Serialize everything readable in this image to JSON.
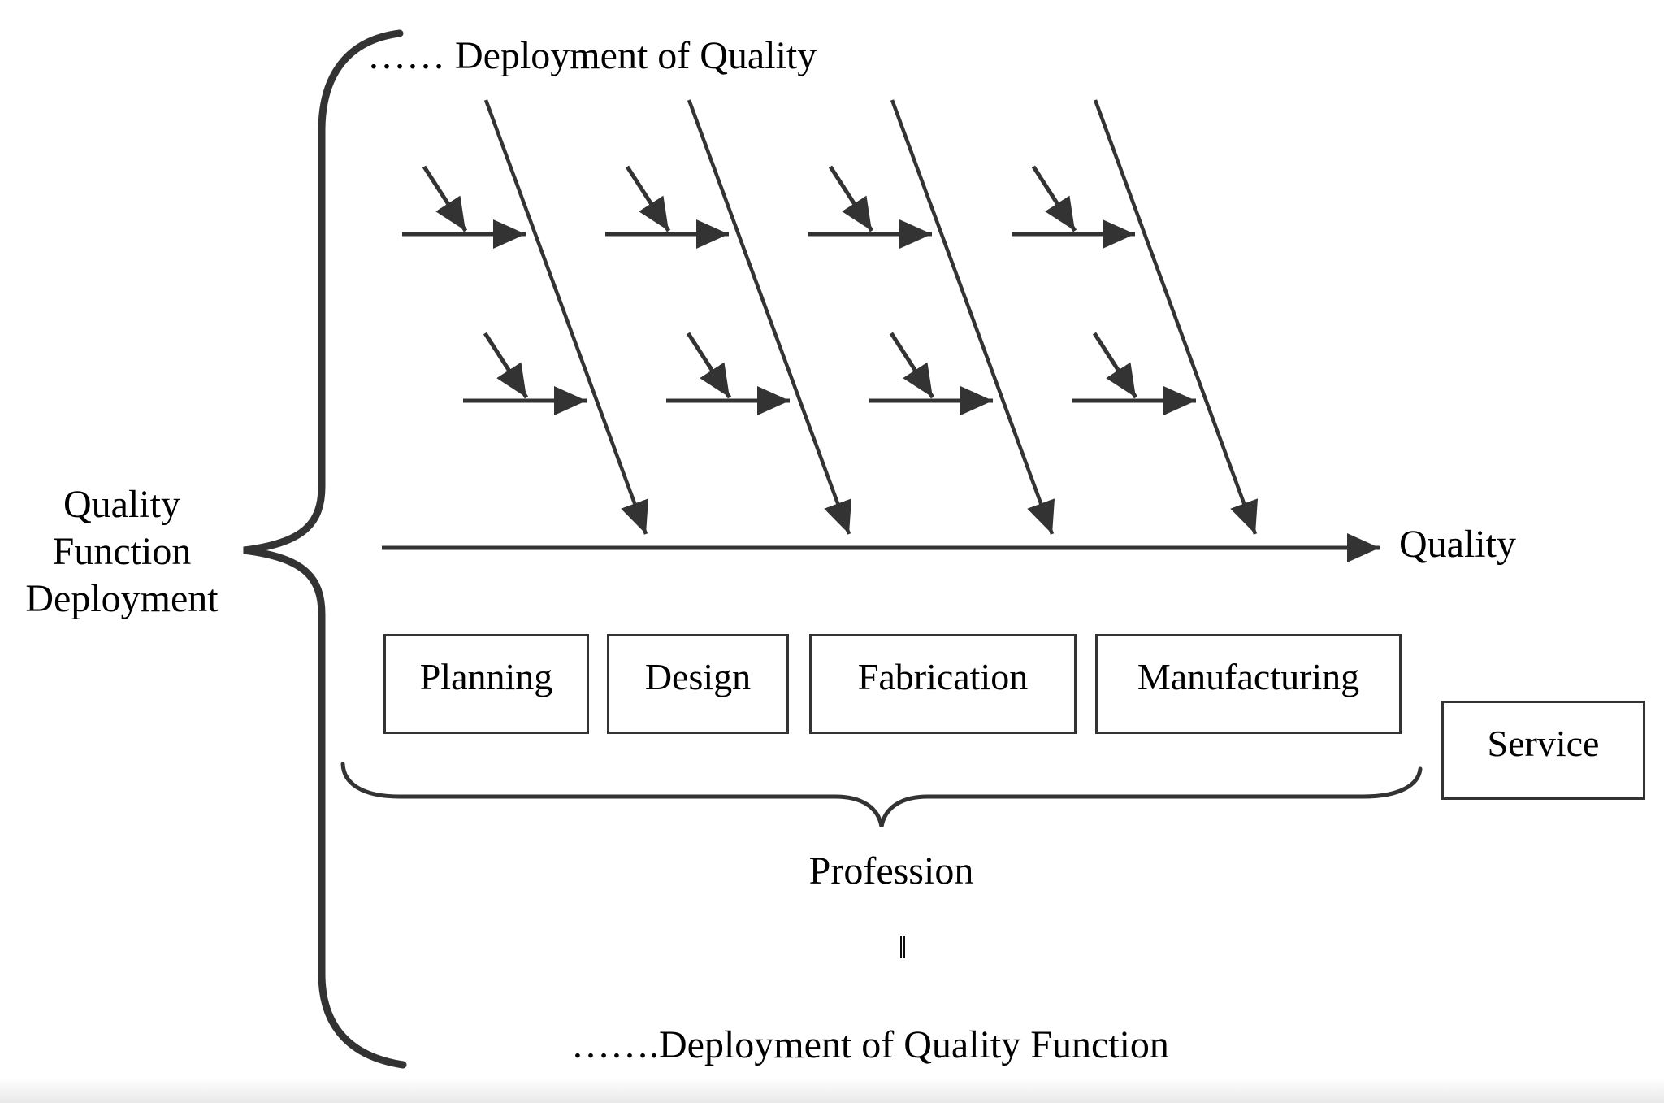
{
  "title_top": "…… Deployment of Quality",
  "left_brace_label": "Quality\nFunction\nDeployment",
  "spine_label": "Quality",
  "stages": [
    {
      "label": "Planning"
    },
    {
      "label": "Design"
    },
    {
      "label": "Fabrication"
    },
    {
      "label": "Manufacturing"
    },
    {
      "label": "Service"
    }
  ],
  "brace_bottom_label": "Profession",
  "equivalence_symbol": "‖",
  "title_bottom": "…….Deployment of Quality Function",
  "colors": {
    "stroke": "#333333",
    "text": "#000000",
    "background": "#ffffff"
  }
}
